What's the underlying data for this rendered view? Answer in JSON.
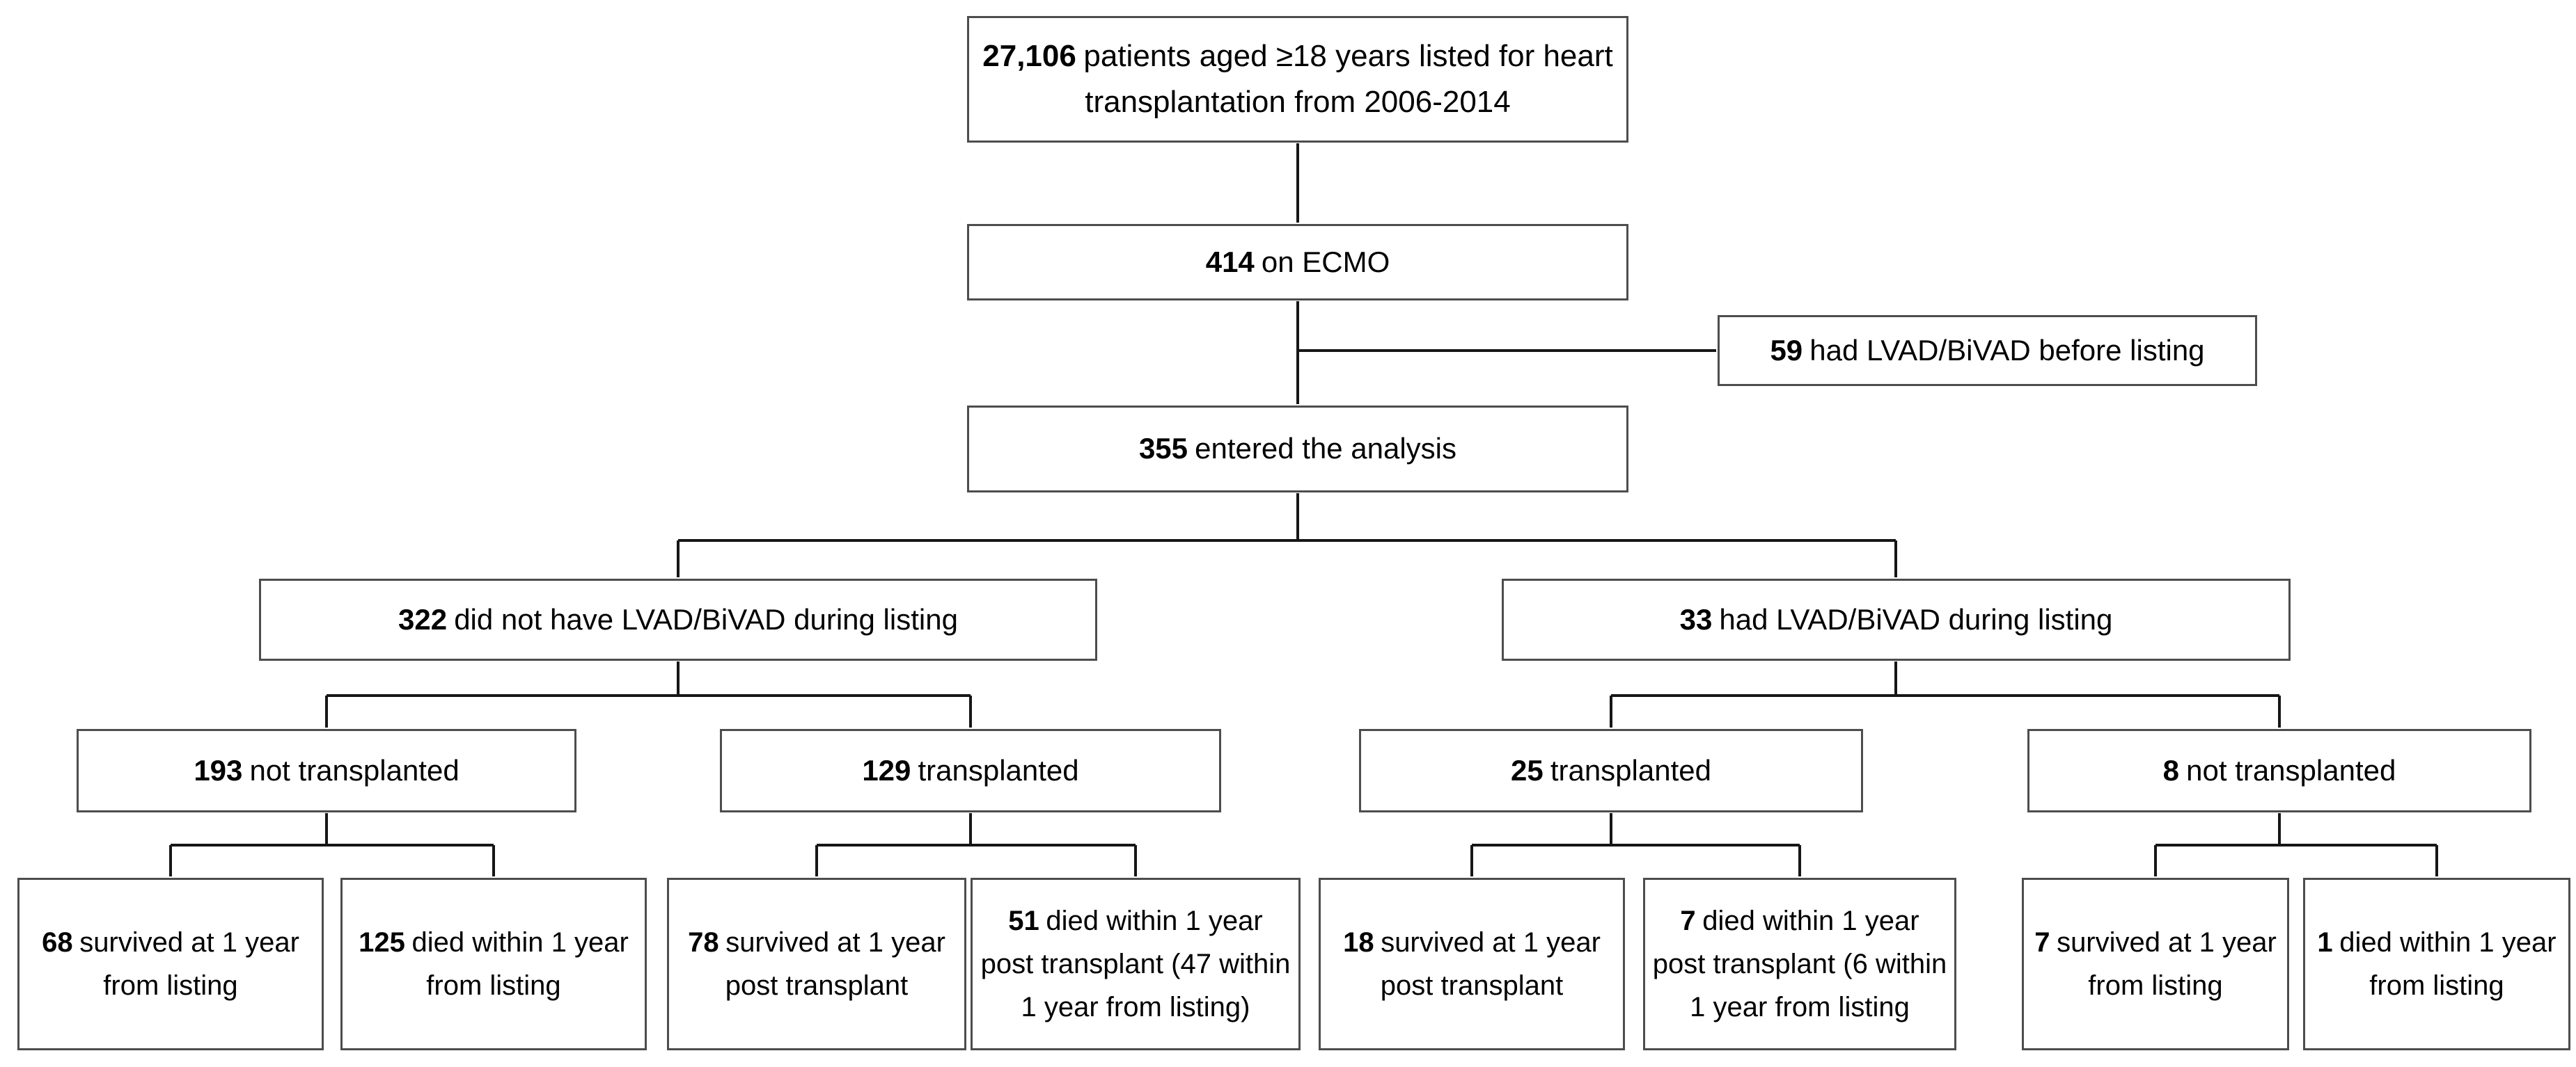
{
  "colors": {
    "page-bg": "#ffffff",
    "box-bg": "#ffffff",
    "box-border": "#4d4d4d",
    "line": "#161616",
    "text": "#000000"
  },
  "diagram": {
    "type": "flowchart",
    "nodes": [
      {
        "id": "listed-total",
        "number": "27,106",
        "label": "patients aged ≥18 years listed for heart transplantation from 2006-2014"
      },
      {
        "id": "on-ecmo",
        "number": "414",
        "label": "on ECMO"
      },
      {
        "id": "vad-before-listing",
        "number": "59",
        "label": "had LVAD/BiVAD before listing"
      },
      {
        "id": "entered-analysis",
        "number": "355",
        "label": "entered the analysis"
      },
      {
        "id": "no-vad-during-listing",
        "number": "322",
        "label": "did not have LVAD/BiVAD during listing"
      },
      {
        "id": "vad-during-listing",
        "number": "33",
        "label": "had LVAD/BiVAD during listing"
      },
      {
        "id": "no-vad-not-transplanted",
        "number": "193",
        "label": "not transplanted"
      },
      {
        "id": "no-vad-transplanted",
        "number": "129",
        "label": "transplanted"
      },
      {
        "id": "vad-transplanted",
        "number": "25",
        "label": "transplanted"
      },
      {
        "id": "vad-not-transplanted",
        "number": "8",
        "label": "not transplanted"
      },
      {
        "id": "no-vad-nt-survived",
        "number": "68",
        "label": "survived at 1 year from listing"
      },
      {
        "id": "no-vad-nt-died",
        "number": "125",
        "label": "died within 1 year from listing"
      },
      {
        "id": "no-vad-t-survived",
        "number": "78",
        "label": "survived at 1 year post transplant"
      },
      {
        "id": "no-vad-t-died",
        "number": "51",
        "label": "died within 1 year post transplant (47 within 1 year from listing)"
      },
      {
        "id": "vad-t-survived",
        "number": "18",
        "label": "survived at 1 year post transplant"
      },
      {
        "id": "vad-t-died",
        "number": "7",
        "label": "died within 1 year post transplant (6 within 1 year from listing"
      },
      {
        "id": "vad-nt-survived",
        "number": "7",
        "label": "survived at 1 year from listing"
      },
      {
        "id": "vad-nt-died",
        "number": "1",
        "label": "died within 1 year from listing"
      }
    ],
    "edges": [
      {
        "from": "listed-total",
        "to": "on-ecmo"
      },
      {
        "from": "on-ecmo",
        "to": "vad-before-listing"
      },
      {
        "from": "on-ecmo",
        "to": "entered-analysis"
      },
      {
        "from": "entered-analysis",
        "to": "no-vad-during-listing"
      },
      {
        "from": "entered-analysis",
        "to": "vad-during-listing"
      },
      {
        "from": "no-vad-during-listing",
        "to": "no-vad-not-transplanted"
      },
      {
        "from": "no-vad-during-listing",
        "to": "no-vad-transplanted"
      },
      {
        "from": "vad-during-listing",
        "to": "vad-transplanted"
      },
      {
        "from": "vad-during-listing",
        "to": "vad-not-transplanted"
      },
      {
        "from": "no-vad-not-transplanted",
        "to": "no-vad-nt-survived"
      },
      {
        "from": "no-vad-not-transplanted",
        "to": "no-vad-nt-died"
      },
      {
        "from": "no-vad-transplanted",
        "to": "no-vad-t-survived"
      },
      {
        "from": "no-vad-transplanted",
        "to": "no-vad-t-died"
      },
      {
        "from": "vad-transplanted",
        "to": "vad-t-survived"
      },
      {
        "from": "vad-transplanted",
        "to": "vad-t-died"
      },
      {
        "from": "vad-not-transplanted",
        "to": "vad-nt-survived"
      },
      {
        "from": "vad-not-transplanted",
        "to": "vad-nt-died"
      }
    ]
  }
}
